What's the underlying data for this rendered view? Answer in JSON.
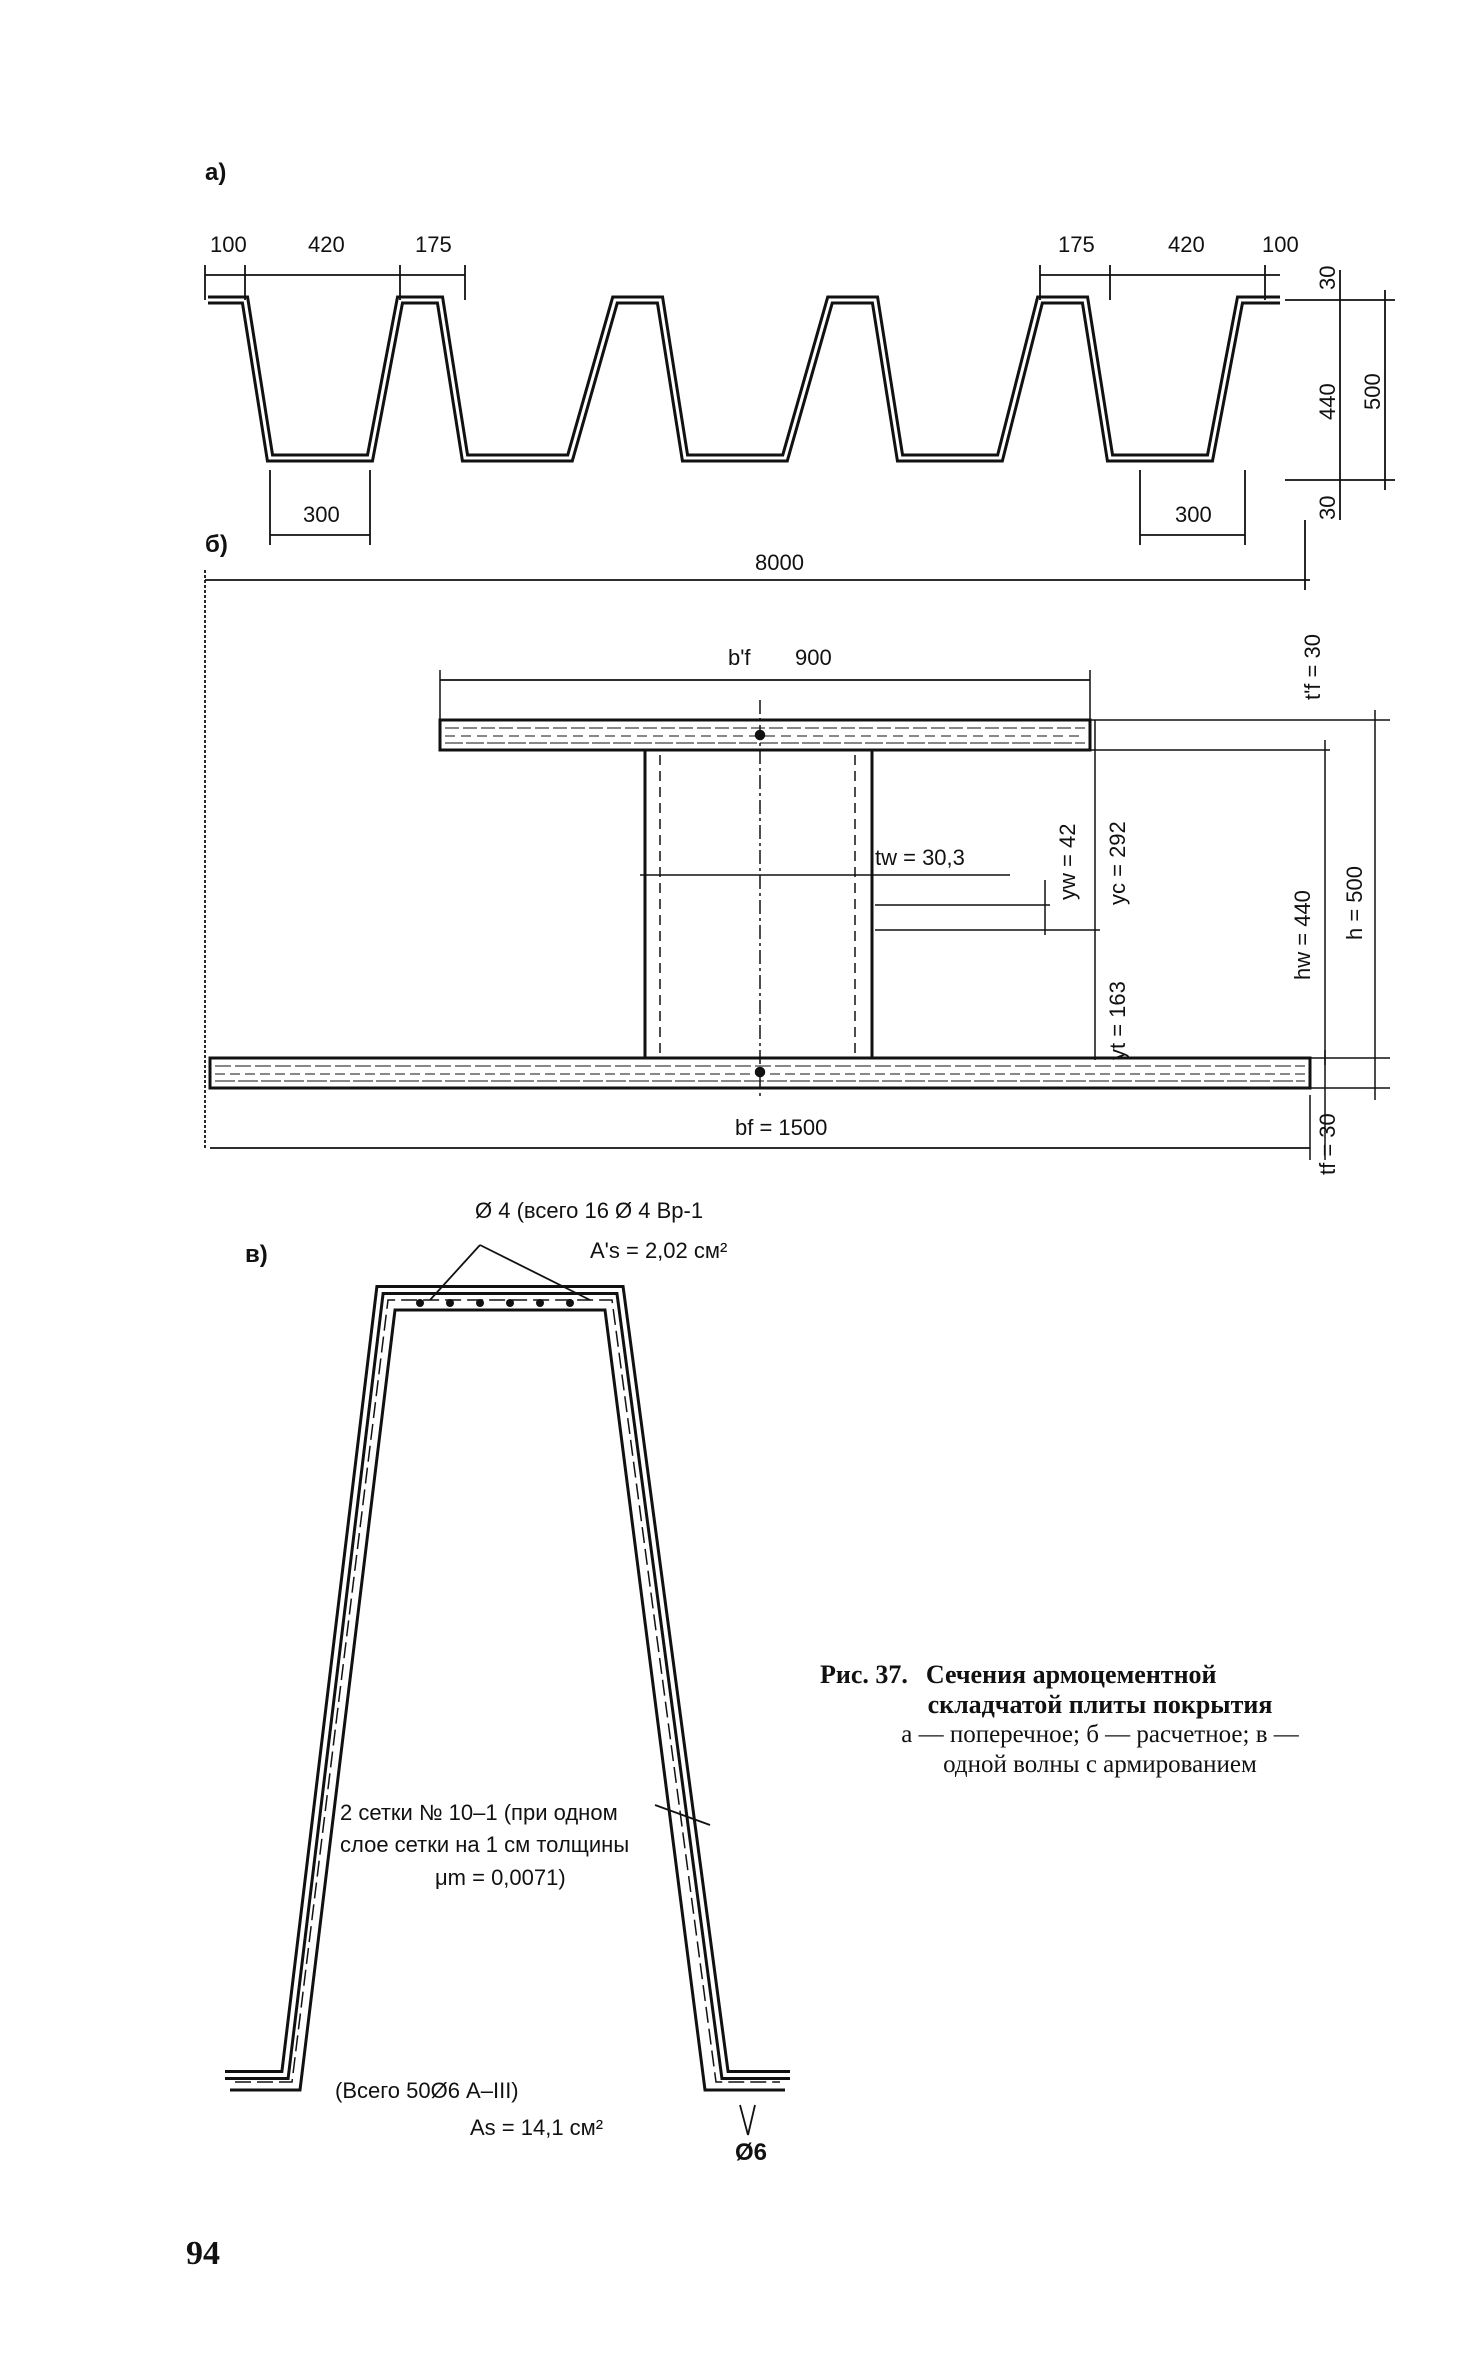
{
  "panels": {
    "a": {
      "letter": "а)",
      "dims_top": [
        "100",
        "420",
        "175",
        "175",
        "420",
        "100"
      ],
      "dims_bottom": [
        "300",
        "300"
      ],
      "dims_right": [
        "30",
        "440",
        "500",
        "30"
      ]
    },
    "b": {
      "letter": "б)",
      "overall": "8000",
      "bf_top_label": "b'f",
      "bf_top_value": "900",
      "tf_top": "t'f = 30",
      "tw": "tw = 30,3",
      "yw": "yw = 42",
      "yc": "yc = 292",
      "yt": "yt = 163",
      "hw": "hw = 440",
      "h": "h = 500",
      "bf_bottom": "bf = 1500",
      "tf_bottom": "tf = 30"
    },
    "c": {
      "letter": "в)",
      "top_note": "Ø 4 (всего 16 Ø 4 Вр-1",
      "as_top": "A's = 2,02 см²",
      "mesh_line1": "2 сетки № 10–1  (при одном",
      "mesh_line2": "слое сетки на 1 см толщины",
      "mesh_mu": "μm = 0,0071)",
      "bottom_note": "(Всего 50Ø6 А–III)",
      "as_bottom": "As = 14,1 см²",
      "bar": "Ø6"
    }
  },
  "caption": {
    "number": "Рис. 37.",
    "title_a": "Сечения армоцементной",
    "title_b": "складчатой плиты покрытия",
    "line1": "а — поперечное; б — расчетное; в —",
    "line2": "одной волны с армированием"
  },
  "page_number": "94"
}
